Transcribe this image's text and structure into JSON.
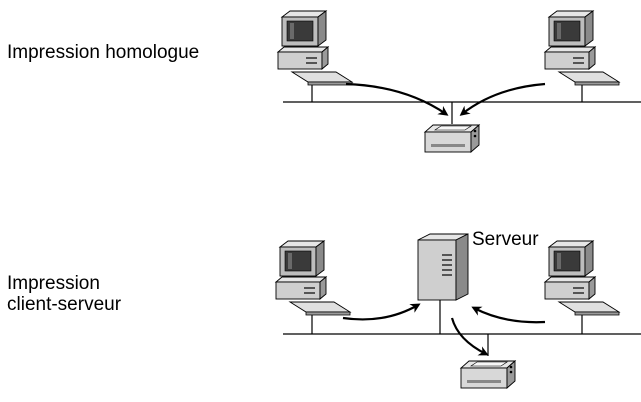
{
  "peer_section": {
    "label": "Impression homologue"
  },
  "client_server_section": {
    "label_line1": "Impression",
    "label_line2": "client-serveur",
    "server_label": "Serveur"
  },
  "colors": {
    "outline": "#000000",
    "fill_light": "#e6e6e6",
    "fill_mid": "#bdbdbd",
    "fill_dark": "#8a8a8a",
    "screen": "#3a3a3a"
  },
  "icons": [
    "computer-icon",
    "printer-icon",
    "server-icon",
    "arrow-icon"
  ]
}
